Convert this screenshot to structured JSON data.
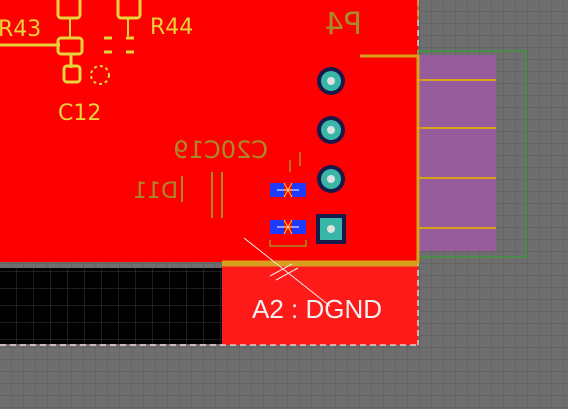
{
  "designators": {
    "r43": "R43",
    "r44": "R44",
    "c12": "C12",
    "c20c19": "C20C19",
    "d11": "D11",
    "p4": "P4"
  },
  "net_label": "A2 : DGND",
  "colors": {
    "copper_top": "#ff0000",
    "silkscreen": "#e8d33a",
    "silkscreen_bottom": "#a98a2a",
    "board_outline": "#d9a01e",
    "background": "#6e6e6e",
    "keepout_region": "#9a5aa0",
    "component_outline": "#2aa82a",
    "black_area": "#000000"
  }
}
